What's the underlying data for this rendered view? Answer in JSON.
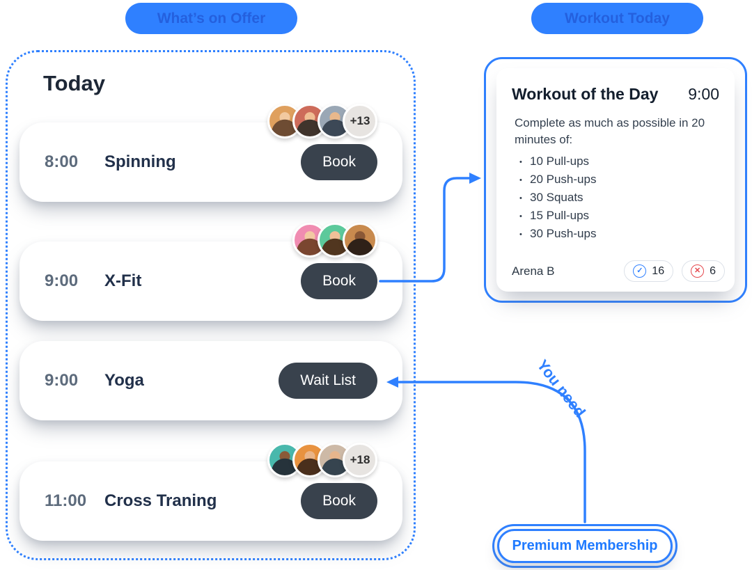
{
  "tags": {
    "offer": "What’s on Offer",
    "workout": "Workout Today"
  },
  "schedule": {
    "heading": "Today",
    "classes": [
      {
        "time": "8:00",
        "name": "Spinning",
        "action": "Book",
        "extra": "+13"
      },
      {
        "time": "9:00",
        "name": "X-Fit",
        "action": "Book",
        "extra": ""
      },
      {
        "time": "9:00",
        "name": "Yoga",
        "action": "Wait List",
        "extra": ""
      },
      {
        "time": "11:00",
        "name": "Cross Traning",
        "action": "Book",
        "extra": "+18"
      }
    ]
  },
  "wod": {
    "title": "Workout of the Day",
    "time": "9:00",
    "intro": "Complete as much as possible in 20 minutes of:",
    "exercises": [
      "10 Pull-ups",
      "20 Push-ups",
      "30 Squats",
      "15 Pull-ups",
      "30 Push-ups"
    ],
    "location": "Arena B",
    "badges": [
      {
        "icon": "check-circle-icon",
        "glyph": "✓",
        "count": "16"
      },
      {
        "icon": "x-circle-icon",
        "glyph": "✕",
        "count": "6"
      }
    ]
  },
  "annotations": {
    "you_need": "You need"
  },
  "premium": {
    "label": "Premium Membership"
  },
  "colors": {
    "accent": "#2F80FF",
    "dark_button": "#39424D",
    "check_blue": "#2F80FF",
    "cross_red": "#E5484D"
  }
}
